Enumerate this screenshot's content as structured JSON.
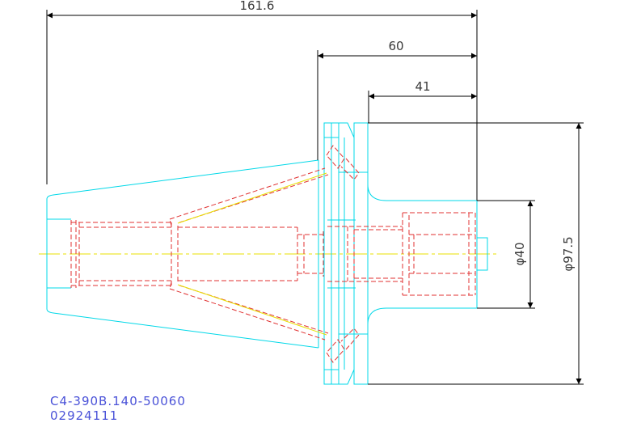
{
  "dimensions": {
    "overall_length": "161.6",
    "flange_to_end": "60",
    "shank_length": "41",
    "shank_diameter": "φ40",
    "flange_diameter": "φ97.5"
  },
  "title_block": {
    "part_number": "C4-390B.140-50060",
    "code": "02924111"
  },
  "colors": {
    "outline": "#00d8e8",
    "hidden_lines": "#e03030",
    "center_line": "#e8e000",
    "dimension_lines": "#000000",
    "caption": "#4a52d8"
  }
}
